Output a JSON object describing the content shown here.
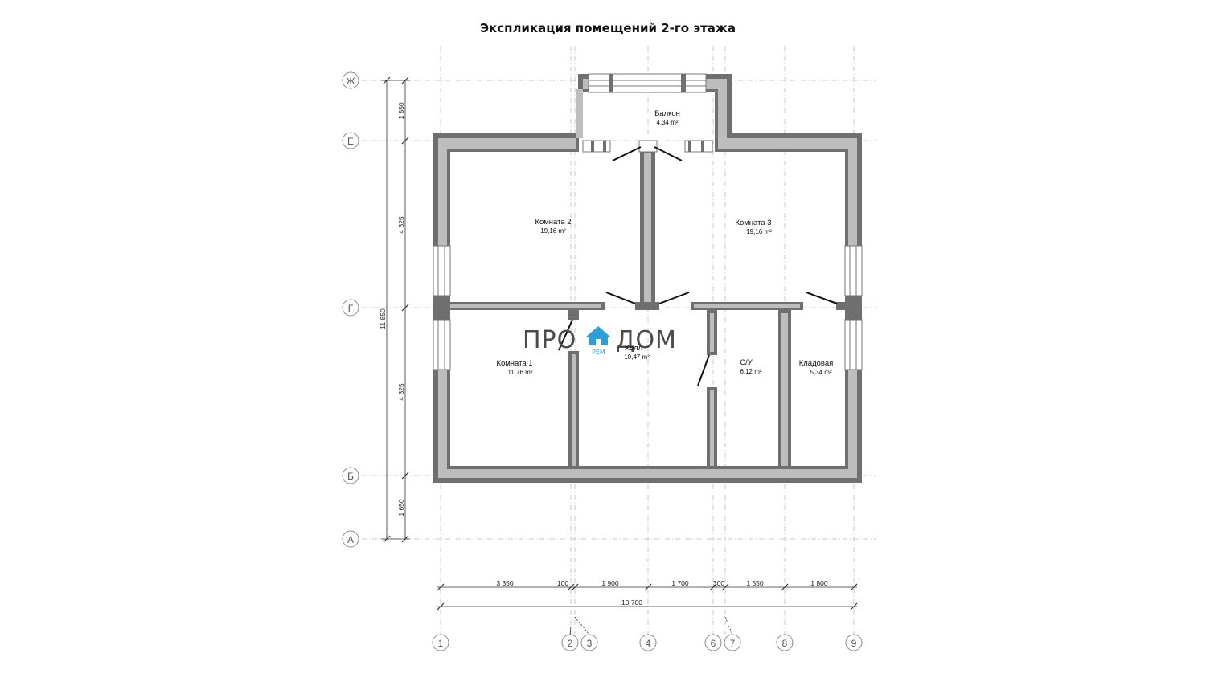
{
  "title": "Экспликация помещений 2-го этажа",
  "axes_rows": [
    "Ж",
    "Е",
    "Г",
    "Б",
    "А"
  ],
  "axes_cols": [
    "1",
    "2",
    "3",
    "4",
    "6",
    "7",
    "8",
    "9"
  ],
  "rooms": [
    {
      "name": "Балкон",
      "area": "4,34 m²"
    },
    {
      "name": "Комната 2",
      "area": "19,16 m²"
    },
    {
      "name": "Комната 3",
      "area": "19,16 m²"
    },
    {
      "name": "Комната 1",
      "area": "11,76 m²"
    },
    {
      "name": "Холл",
      "area": "10,47 m²"
    },
    {
      "name": "С/У",
      "area": "6,12 m²"
    },
    {
      "name": "Кладовая",
      "area": "5,34 m²"
    }
  ],
  "dims_vertical": [
    "1 550",
    "4 325",
    "4 325",
    "1 650",
    "11 850"
  ],
  "dims_horizontal": [
    "3 350",
    "100",
    "1 900",
    "1 700",
    "300",
    "1 550",
    "1 800",
    "10 700"
  ],
  "logo": {
    "left": "ПРО",
    "right": "ДОМ",
    "small": "РЕМ"
  },
  "colors": {
    "wall_outer": "#6f6f6f",
    "wall_inner": "#bdbdbd",
    "logo_accent": "#2b9fd8"
  }
}
